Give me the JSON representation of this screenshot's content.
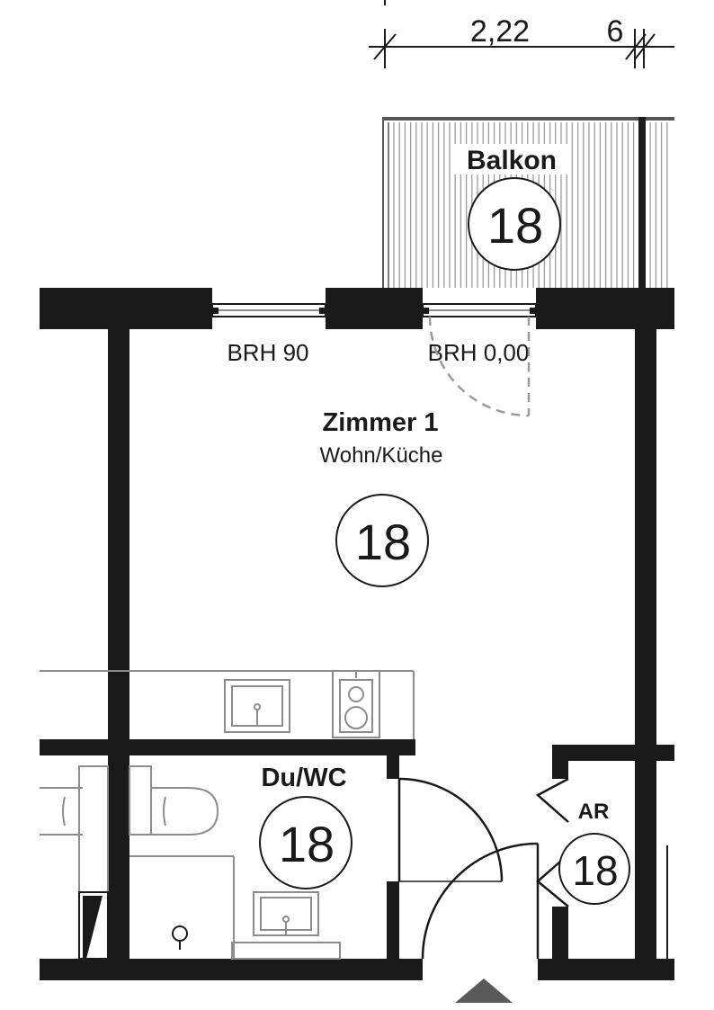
{
  "dimensions": {
    "width_label": "2,22",
    "offset_label": "6"
  },
  "rooms": {
    "balkon": {
      "name": "Balkon",
      "number": "18"
    },
    "zimmer": {
      "name": "Zimmer 1",
      "subtitle": "Wohn/Küche",
      "number": "18"
    },
    "bath": {
      "name": "Du/WC",
      "number": "18"
    },
    "ar": {
      "name": "AR",
      "number": "18"
    }
  },
  "windows": {
    "left_brh": "BRH 90",
    "door_brh": "BRH 0,00"
  },
  "colors": {
    "wall": "#1a1a1a",
    "fixture": "#8c8c8c",
    "hatch": "#9a9a9a",
    "dashed": "#9a9a9a"
  }
}
